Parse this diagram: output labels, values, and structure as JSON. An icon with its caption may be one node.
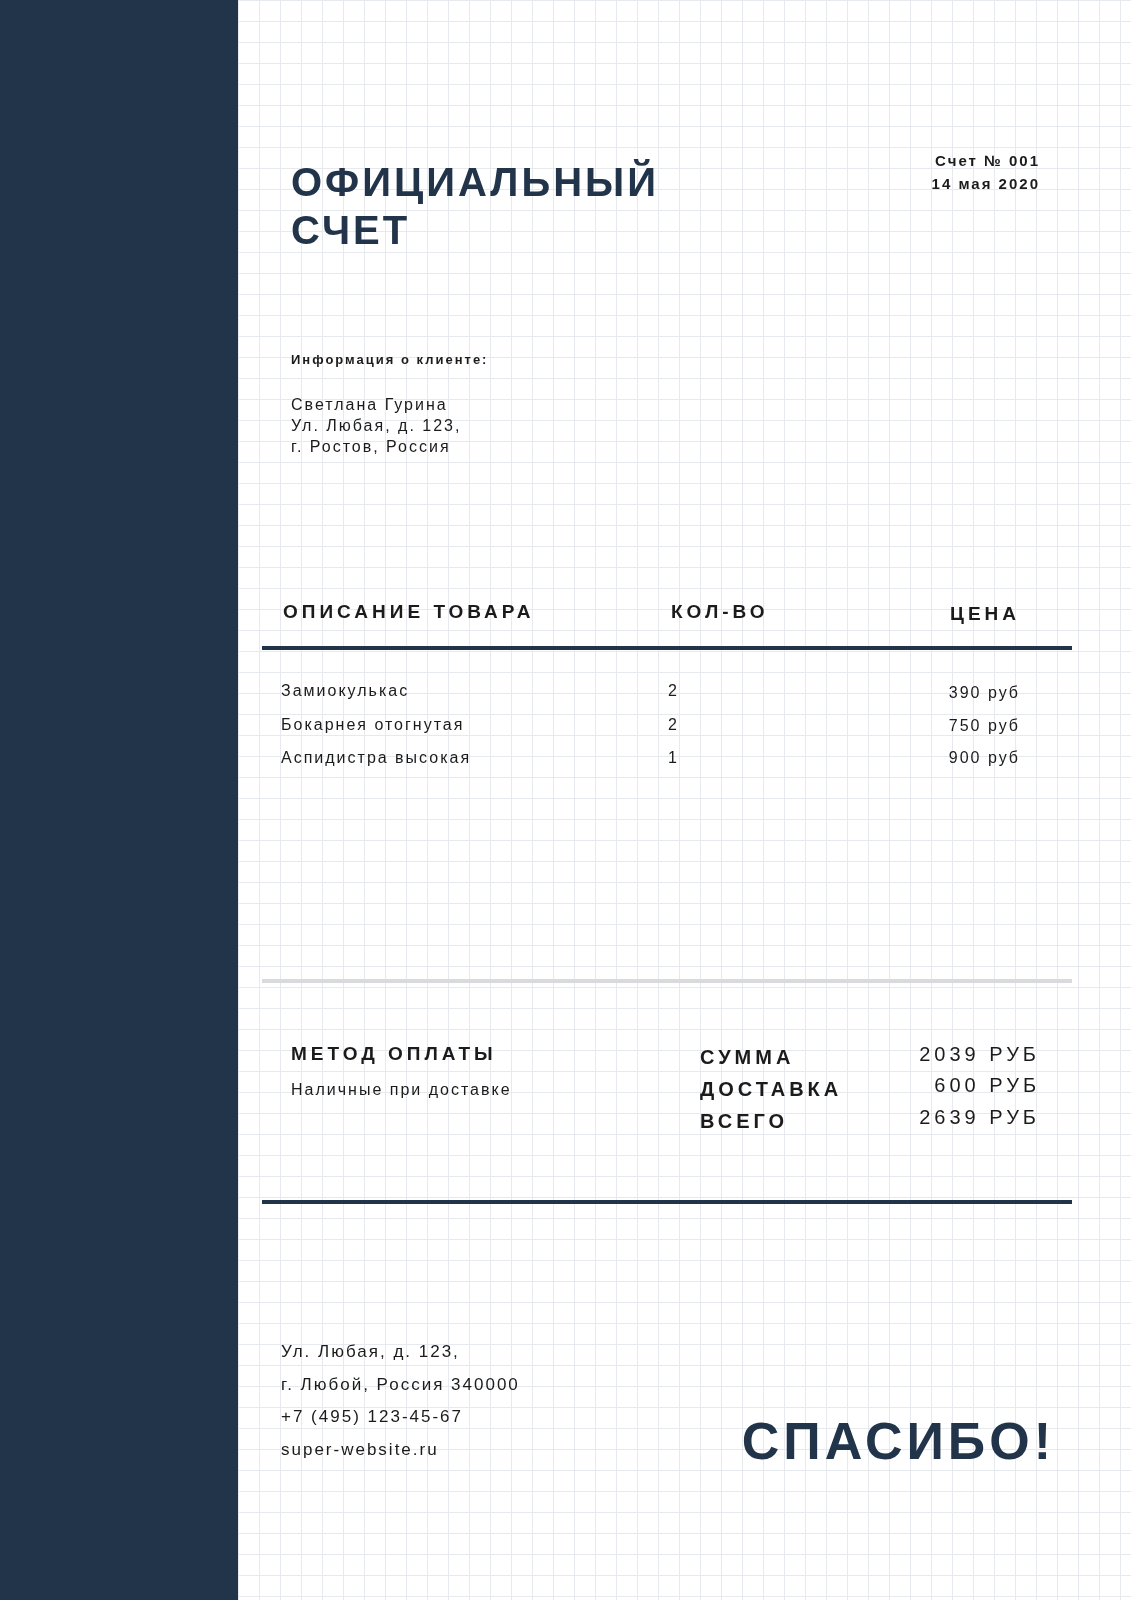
{
  "diagram": {
    "title": "ОФИЦИАЛЬНЫЙ СЧЕТ",
    "nodes": [
      {
        "text": [],
        "shape": "bar"
      }
    ],
    "labels": [
      "Счет № 001",
      "14 мая 2020",
      "Информация о клиенте:",
      "Светлана Гурина",
      "Ул. Любая, д. 123,",
      "г. Ростов, Россия",
      "ОПИСАНИЕ ТОВАРА",
      "КОЛ-ВО",
      "ЦЕНА",
      "Замиокулькас",
      "2",
      "390 руб",
      "Бокарнея отогнутая",
      "2",
      "750 руб",
      "Аспидистра высокая",
      "1",
      "900 руб",
      "МЕТОД ОПЛАТЫ",
      "СУММА",
      "2039 РУБ",
      "Наличные при доставке",
      "ДОСТАВКА",
      "600 РУБ",
      "ВСЕГО",
      "2639 РУБ",
      "Ул. Любая, д. 123,",
      "г. Любой, Россия 340000",
      "+7 (495) 123-45-67",
      "super-website.ru",
      "СПАСИБО!"
    ]
  }
}
